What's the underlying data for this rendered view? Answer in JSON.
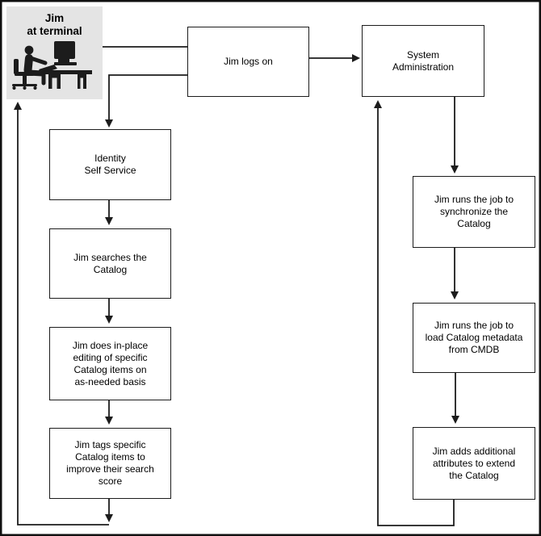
{
  "nodes": {
    "terminal": {
      "label": "Jim\nat terminal"
    },
    "logon": {
      "label": "Jim logs on"
    },
    "sysadmin": {
      "label": "System\nAdministration"
    },
    "identity": {
      "label": "Identity\nSelf Service"
    },
    "search": {
      "label": "Jim searches the\nCatalog"
    },
    "edit": {
      "label": "Jim does in-place\nediting of specific\nCatalog items on\nas-needed basis"
    },
    "tag": {
      "label": "Jim tags specific\nCatalog items to\nimprove their search\nscore"
    },
    "sync": {
      "label": "Jim runs the job to\nsynchronize the\nCatalog"
    },
    "load": {
      "label": "Jim runs the job to\nload Catalog metadata\nfrom CMDB"
    },
    "extend": {
      "label": "Jim adds additional\nattributes to extend\nthe Catalog"
    }
  },
  "edges": [
    {
      "from": "terminal",
      "to": "logon",
      "arrow": false
    },
    {
      "from": "logon",
      "to": "identity",
      "arrow": true
    },
    {
      "from": "logon",
      "to": "sysadmin",
      "arrow": true
    },
    {
      "from": "identity",
      "to": "search",
      "arrow": true
    },
    {
      "from": "search",
      "to": "edit",
      "arrow": true
    },
    {
      "from": "edit",
      "to": "tag",
      "arrow": true
    },
    {
      "from": "tag",
      "to": "terminal",
      "arrow": true
    },
    {
      "from": "sysadmin",
      "to": "sync",
      "arrow": true
    },
    {
      "from": "sync",
      "to": "load",
      "arrow": true
    },
    {
      "from": "load",
      "to": "extend",
      "arrow": true
    },
    {
      "from": "extend",
      "to": "sysadmin",
      "arrow": true
    }
  ],
  "icons": {
    "terminal_icon": "person-at-computer"
  },
  "colors": {
    "line": "#1c1c1c",
    "box_border": "#1c1c1c",
    "box_fill": "#ffffff",
    "terminal_box_fill": "#e4e4e4",
    "canvas_border": "#111111",
    "background": "#ffffff",
    "text": "#000000"
  }
}
